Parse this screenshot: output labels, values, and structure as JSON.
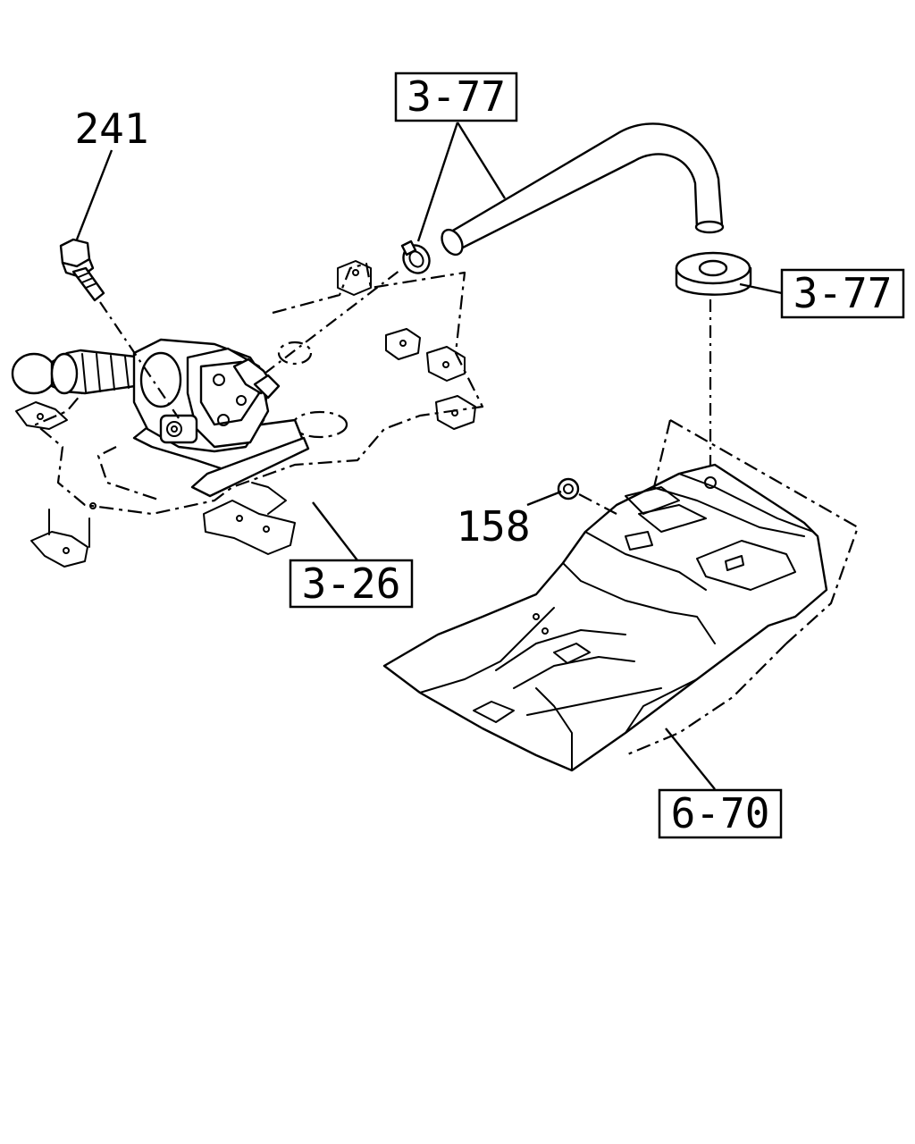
{
  "callouts": {
    "ref_3_77_top": "3-77",
    "ref_3_77_right": "3-77",
    "ref_3_26": "3-26",
    "ref_6_70": "6-70",
    "part_241": "241",
    "part_158": "158"
  }
}
